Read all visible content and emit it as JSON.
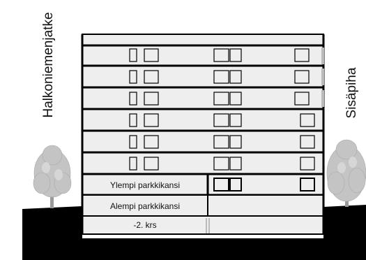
{
  "labels": {
    "left_side": "Halkoniemenjatke",
    "right_side": "Sisäpiha"
  },
  "floors": {
    "upper_parking": "Ylempi parkkikansi",
    "lower_parking": "Alempi parkkikansi",
    "basement": "-2. krs"
  },
  "colors": {
    "ground": "#000000",
    "floor_fill": "#eeeeee",
    "tree": "#bdbdbd",
    "line": "#000000"
  }
}
